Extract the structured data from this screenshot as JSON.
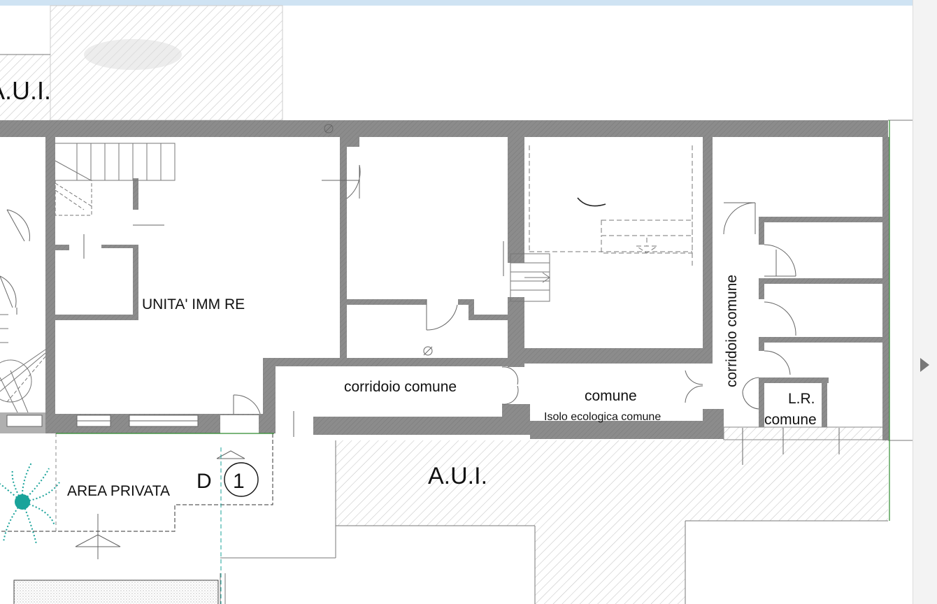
{
  "viewer": {
    "next_icon": "chevron-right-icon"
  },
  "plan": {
    "labels": {
      "aui_top": "A.U.I.",
      "aui_bottom": "A.U.I.",
      "unita": "UNITA' IMM RE",
      "corridoio": "corridoio comune",
      "corridoio_vertical": "corridoio comune",
      "comune": "comune",
      "isola": "Isolo ecologica comune",
      "lr": "L.R.",
      "lr_comune": "comune",
      "area_privata": "AREA PRIVATA",
      "d_letter": "D",
      "d_number": "1"
    },
    "colors": {
      "wall": "#8c8c8c",
      "hatch": "#c4c4c4",
      "line": "#555555",
      "plant": "#1aa39a",
      "green_line": "#2e8b2e"
    }
  }
}
